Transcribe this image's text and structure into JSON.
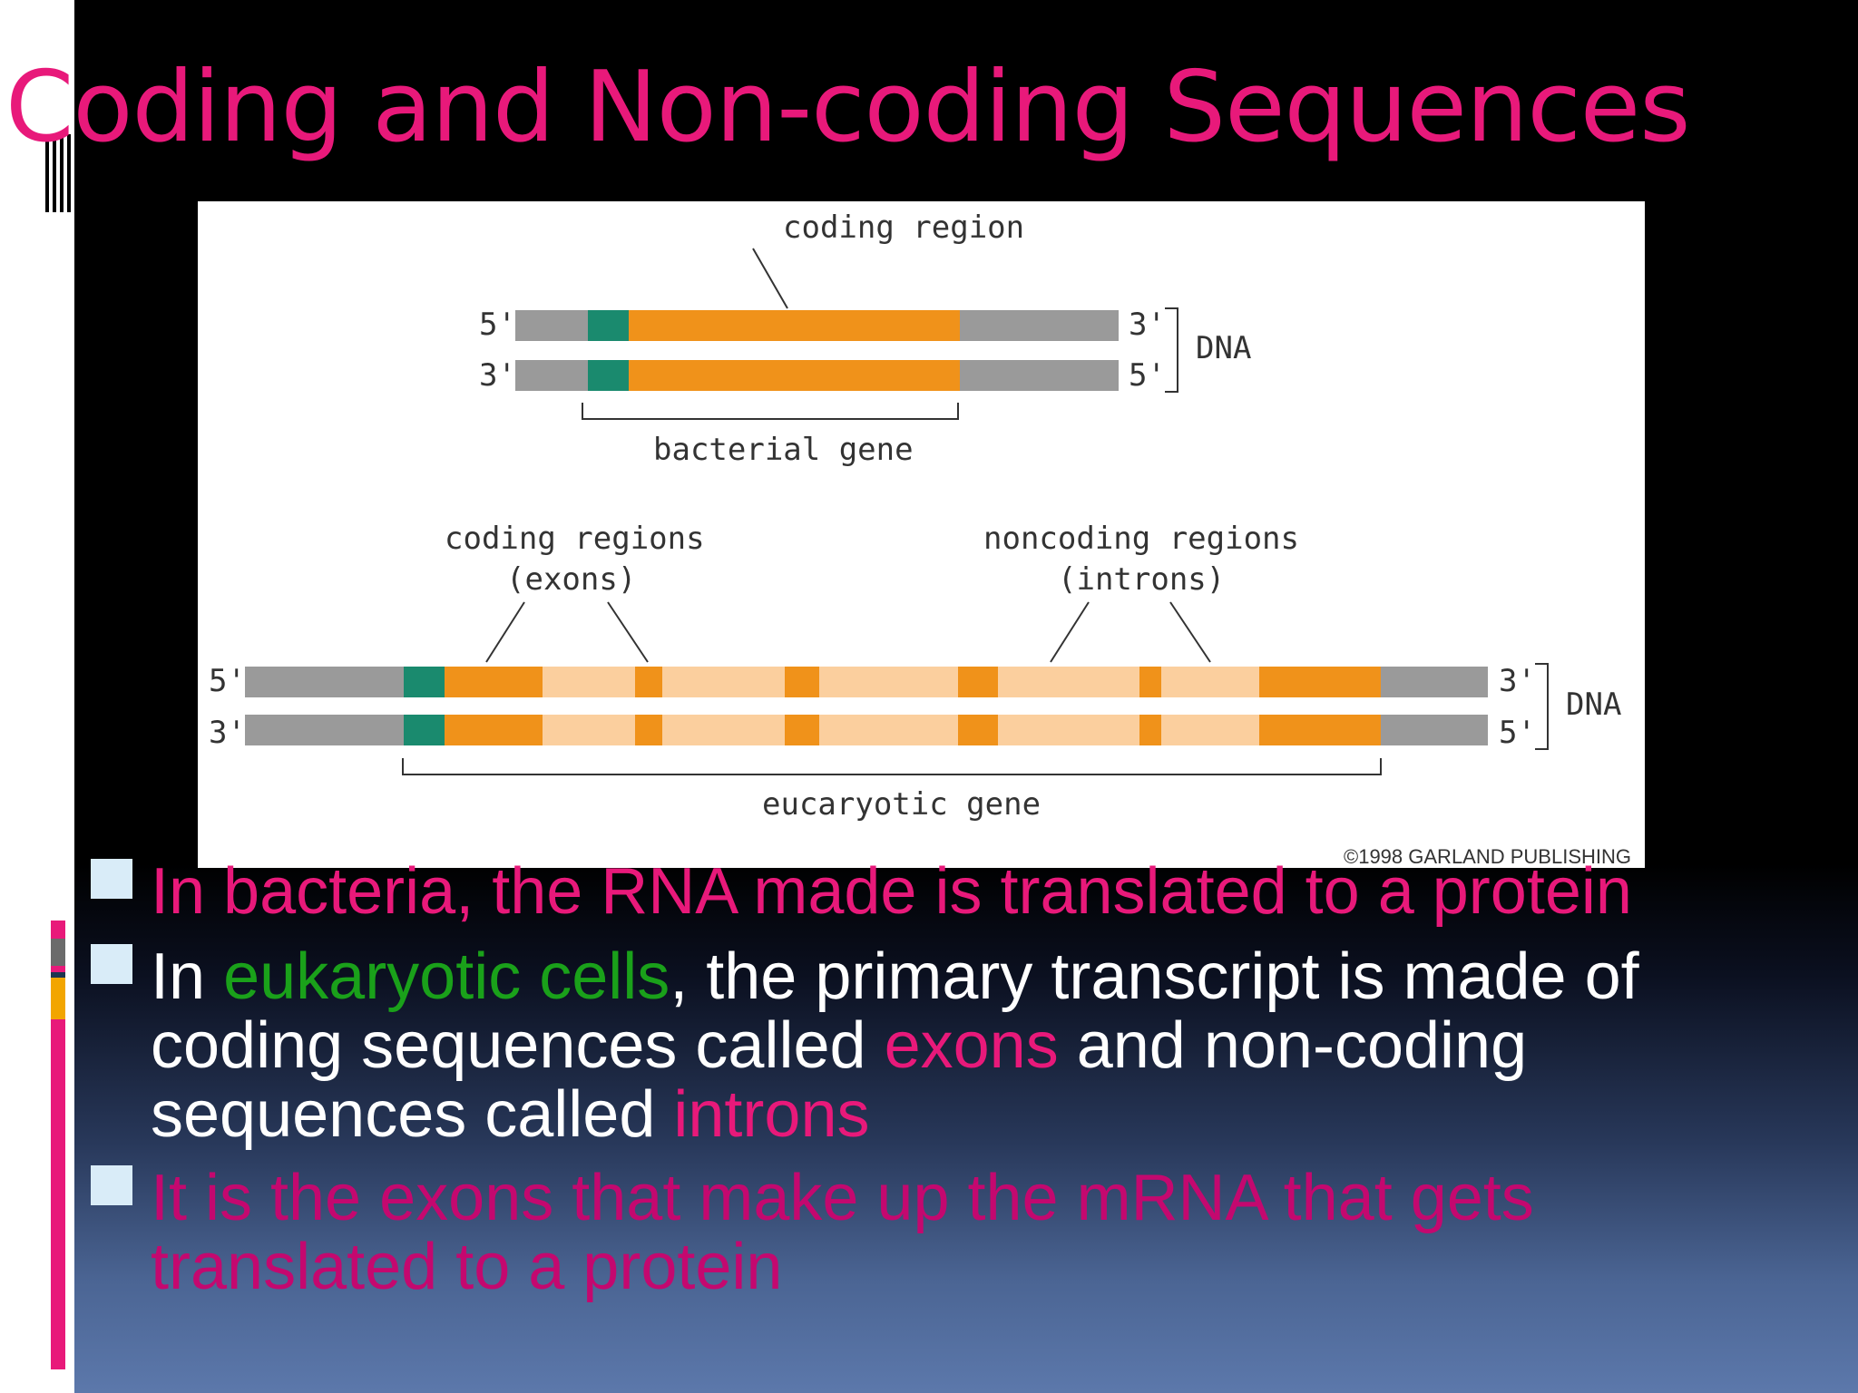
{
  "slide": {
    "title": "Coding and Non-coding Sequences"
  },
  "figure": {
    "bacterial": {
      "coding_region": "coding region",
      "label_5_top": "5'",
      "label_3_bottom": "3'",
      "label_3_top_right": "3'",
      "label_5_bottom_right": "5'",
      "dna": "DNA",
      "gene": "bacterial gene"
    },
    "eucaryotic": {
      "coding_regions": "coding regions",
      "exons": "(exons)",
      "noncoding_regions": "noncoding regions",
      "introns": "(introns)",
      "label_5_top": "5'",
      "label_3_bottom": "3'",
      "label_3_top_right": "3'",
      "label_5_bottom_right": "5'",
      "dna": "DNA",
      "gene": "eucaryotic gene"
    },
    "copyright": "©1998 GARLAND PUBLISHING",
    "colors": {
      "flank": "#9a9a9a",
      "promoter": "#1a8a6e",
      "exon": "#f0921a",
      "intron": "#fbcf9e"
    }
  },
  "bullets": {
    "b1": "In bacteria, the RNA made is translated to a protein",
    "b2_a": "In ",
    "b2_green": "eukaryotic cells",
    "b2_b": ", the primary transcript is made of coding sequences called ",
    "b2_exons": "exons",
    "b2_c": " and non-coding sequences called ",
    "b2_introns": "introns",
    "b3": "It is the exons that make up the mRNA that gets translated to a protein"
  }
}
